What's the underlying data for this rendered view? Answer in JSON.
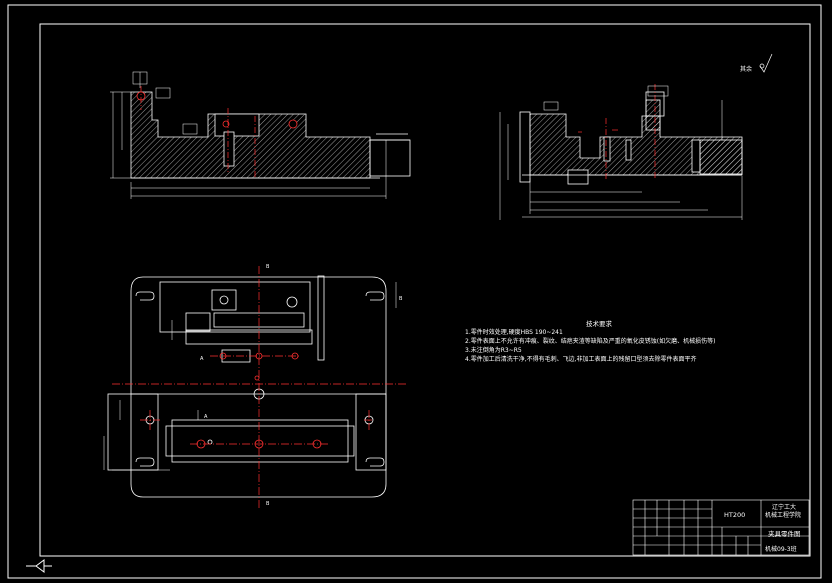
{
  "drawing": {
    "roughness": {
      "label": "其余"
    },
    "tech_notes": {
      "title": "技术要求",
      "lines": [
        "1.零件时效处理,硬度HBS 190~241",
        "2.零件表面上不允许有冲痕、裂纹、结疤夹渣等缺陷及严重的氧化皮锈蚀(如欠磨、机械损伤等)",
        "3.未注倒角为R3~R5",
        "4.零件加工后清洗干净,不得有毛刺、飞边,非加工表面上的残留口型须去除零件表面平齐"
      ]
    },
    "title_block": {
      "material": "HT200",
      "school_line1": "辽宁工大",
      "school_line2": "机械工程学院",
      "part_name": "夹具零件图",
      "drawing_no": "机械09-3班"
    },
    "dimension_labels": {
      "section_top": "B",
      "section_left": "B",
      "section_right": "B",
      "section_a_top": "A",
      "section_a_left": "A"
    }
  }
}
